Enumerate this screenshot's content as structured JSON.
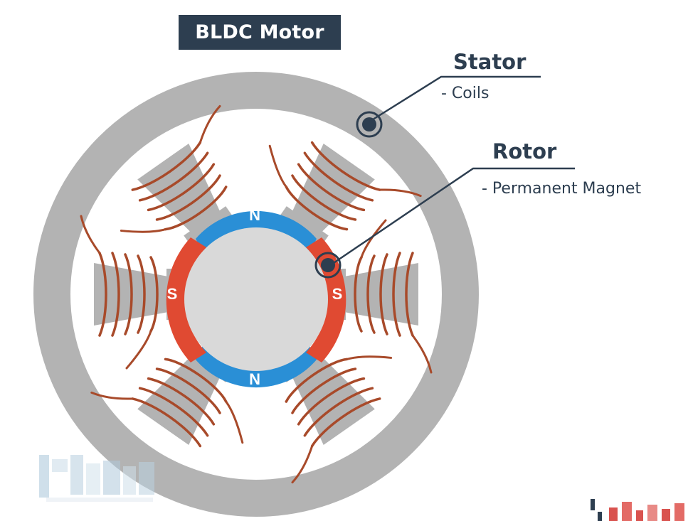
{
  "title": "BLDC Motor",
  "stator": {
    "heading": "Stator",
    "sub": "- Coils"
  },
  "rotor": {
    "heading": "Rotor",
    "sub": "- Permanent Magnet"
  },
  "poles": {
    "top": "N",
    "bottom": "N",
    "left": "S",
    "right": "S"
  },
  "colors": {
    "title_bg": "#2d3e50",
    "stator": "#b3b3b3",
    "rotor_core": "#d9d9d9",
    "north": "#2a8fd6",
    "south": "#e04a32",
    "coil": "#a84a2a",
    "leader": "#2d3e50"
  },
  "icons": [
    "stator-marker-icon",
    "rotor-marker-icon",
    "watermark-logo-icon"
  ]
}
